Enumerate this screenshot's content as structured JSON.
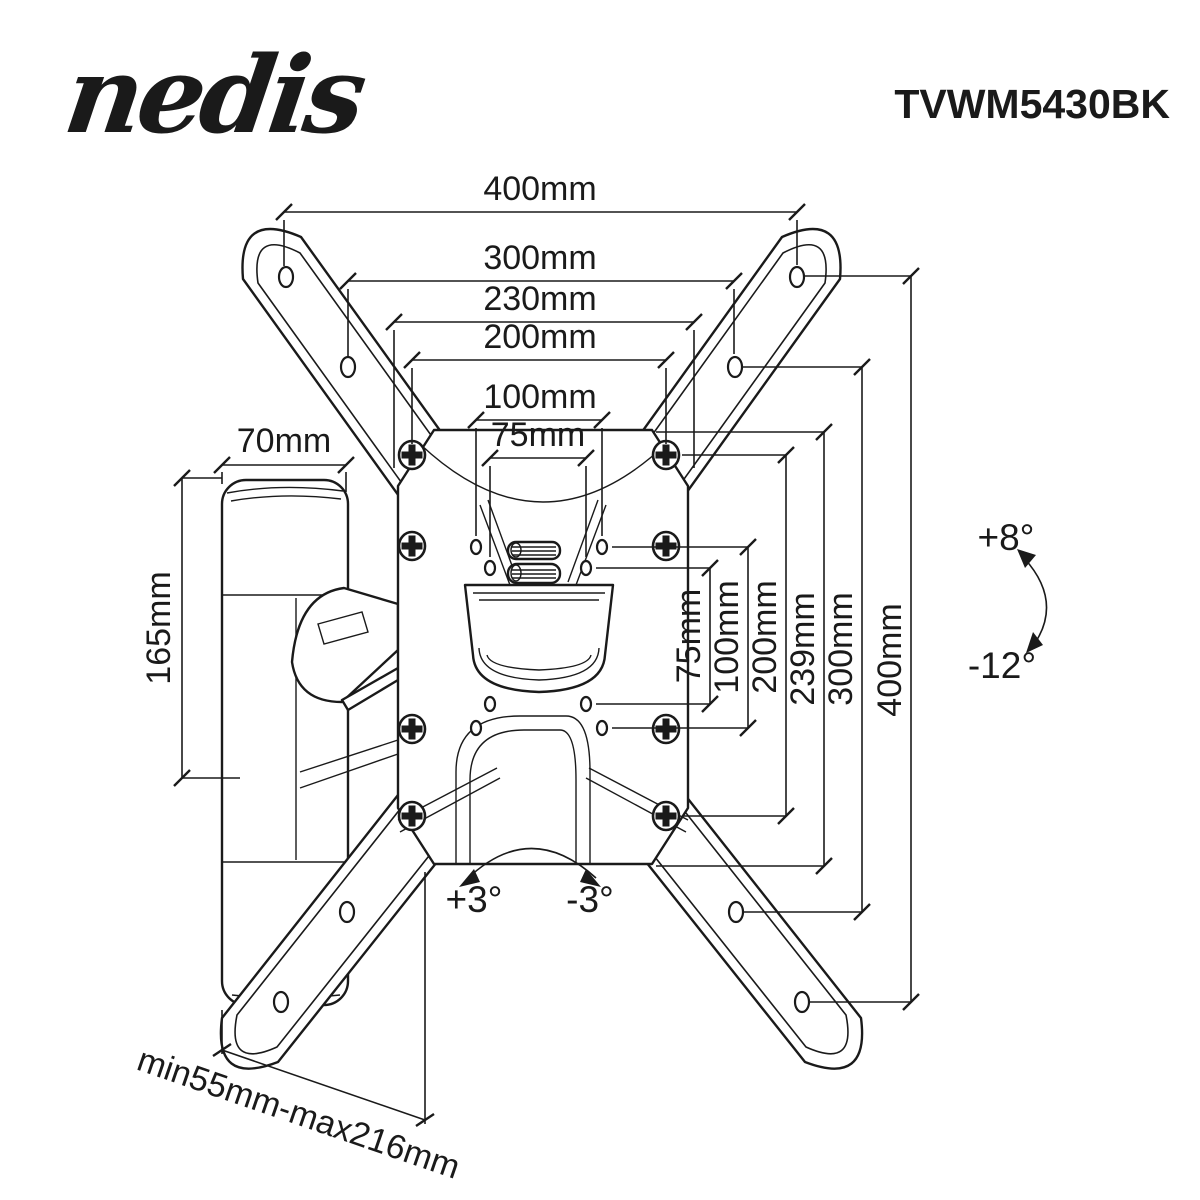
{
  "header": {
    "brand_logo": "nedis",
    "model_number": "TVWM5430BK"
  },
  "dimensions": {
    "top_horizontal": [
      "400mm",
      "300mm",
      "230mm",
      "200mm",
      "100mm",
      "75mm"
    ],
    "left_width": "70mm",
    "left_height": "165mm",
    "right_vertical": [
      "75mm",
      "100mm",
      "200mm",
      "239mm",
      "300mm",
      "400mm"
    ],
    "depth_range": "min55mm-max216mm"
  },
  "angles": {
    "tilt_up": "+8°",
    "tilt_down": "-12°",
    "swivel_left": "+3°",
    "swivel_right": "-3°"
  },
  "colors": {
    "line": "#1a1a1a",
    "background": "#ffffff"
  }
}
